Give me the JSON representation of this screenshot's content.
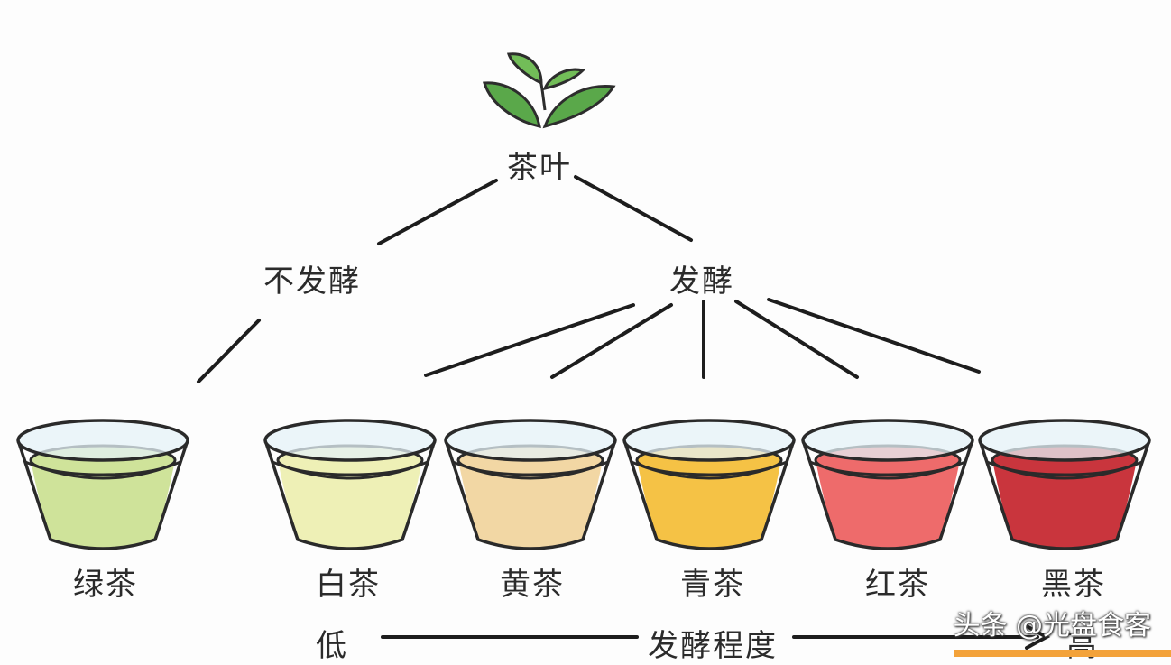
{
  "root": {
    "label": "茶叶",
    "icon": "tea-leaf-icon",
    "leaf_color": "#5aa84a"
  },
  "branches": {
    "unfermented": "不发酵",
    "fermented": "发酵"
  },
  "teas": [
    {
      "name": "绿茶",
      "color": "#cfe39a"
    },
    {
      "name": "白茶",
      "color": "#eef0b6"
    },
    {
      "name": "黄茶",
      "color": "#f2d7a4"
    },
    {
      "name": "青茶",
      "color": "#f5c245"
    },
    {
      "name": "红茶",
      "color": "#ee6b6b"
    },
    {
      "name": "黑茶",
      "color": "#c9353d"
    }
  ],
  "scale": {
    "low": "低",
    "title": "发酵程度",
    "high": "高"
  },
  "watermark": "头条 @光盘食客"
}
